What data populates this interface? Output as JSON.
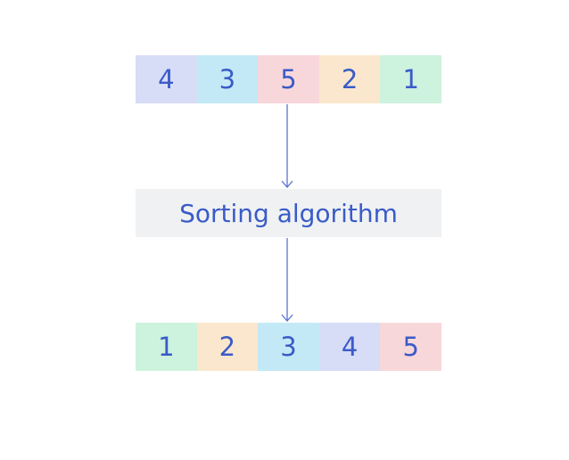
{
  "input_array": {
    "cells": [
      {
        "value": "4",
        "color": "#d7dcf7"
      },
      {
        "value": "3",
        "color": "#c3e9f6"
      },
      {
        "value": "5",
        "color": "#f8d7db"
      },
      {
        "value": "2",
        "color": "#fbe7cd"
      },
      {
        "value": "1",
        "color": "#cdf2de"
      }
    ]
  },
  "process": {
    "label": "Sorting algorithm",
    "background": "#eff1f3"
  },
  "output_array": {
    "cells": [
      {
        "value": "1",
        "color": "#cdf2de"
      },
      {
        "value": "2",
        "color": "#fbe7cd"
      },
      {
        "value": "3",
        "color": "#c3e9f6"
      },
      {
        "value": "4",
        "color": "#d7dcf7"
      },
      {
        "value": "5",
        "color": "#f8d7db"
      }
    ]
  },
  "text_color": "#3a5bc7",
  "arrow_color": "#5a74cf"
}
